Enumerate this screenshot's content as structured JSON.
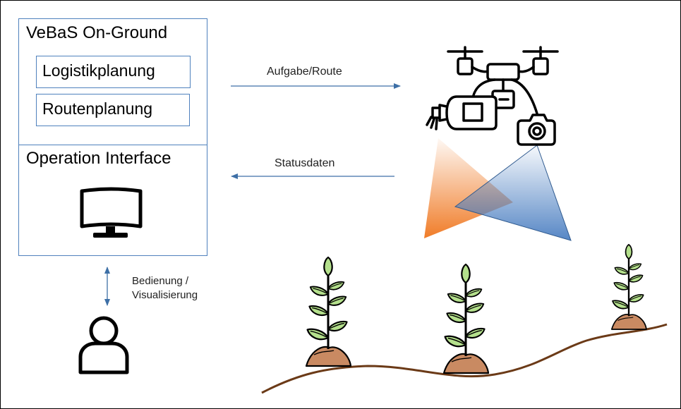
{
  "onground": {
    "title": "VeBaS On-Ground",
    "modules": [
      "Logistikplanung",
      "Routenplanung"
    ]
  },
  "operation": {
    "title": "Operation Interface"
  },
  "arrows": {
    "task": "Aufgabe/Route",
    "status": "Statusdaten",
    "user_line1": "Bedienung /",
    "user_line2": "Visualisierung"
  },
  "colors": {
    "accent": "#4f81bd",
    "arrow": "#3d6fa6",
    "leaf": "#b4e08c",
    "soil": "#c98a62",
    "ground": "#6b3a17",
    "cone_orange": "#f07c28",
    "cone_blue": "#4d80c2"
  },
  "icons": [
    "monitor-icon",
    "user-icon",
    "drone-icon",
    "spray-nozzle-icon",
    "camera-icon",
    "plant-icon"
  ]
}
